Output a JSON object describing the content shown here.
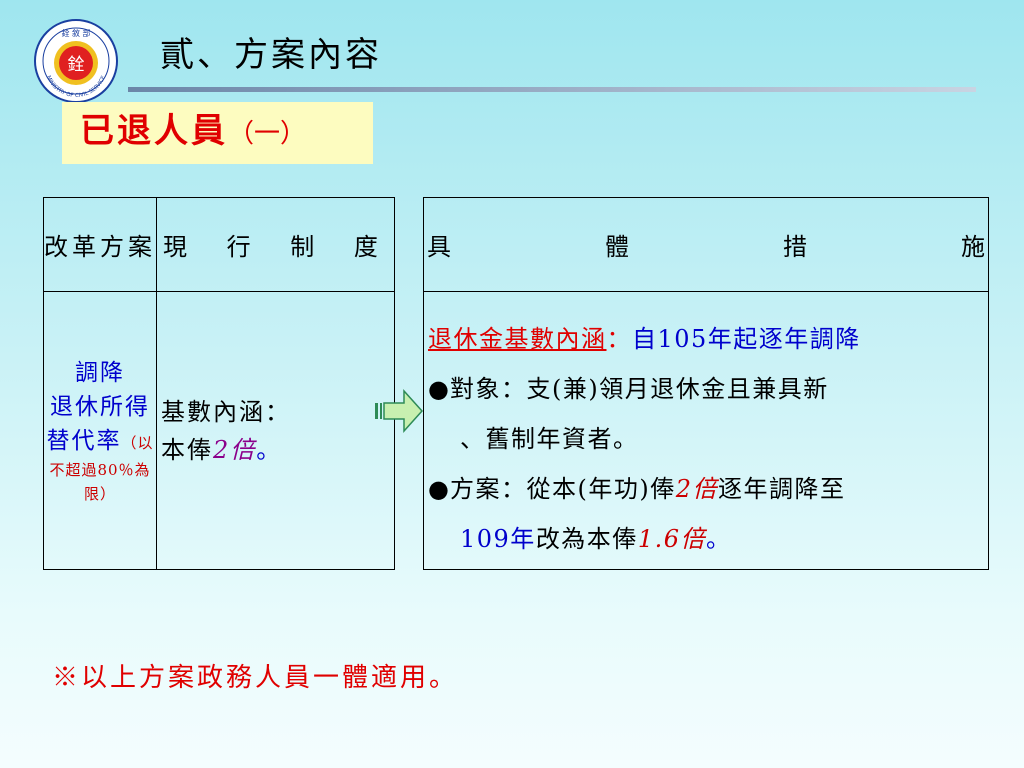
{
  "slide": {
    "title": "貳、方案內容",
    "subtitle": "已退人員",
    "subtitle_suffix": "（一）",
    "logo": {
      "name": "ministry-of-civil-service-seal",
      "text_top": "銓 敘 部",
      "text_ring": "MINISTRY OF CIVIL SERVICE",
      "center_char": "銓",
      "colors": {
        "ring": "#1a3fa0",
        "center": "#e02020",
        "gold": "#f0c020"
      }
    }
  },
  "left_table": {
    "headers": [
      "改革方案",
      "現 行 制 度"
    ],
    "reform": {
      "line1": "調降",
      "line2": "退休所得",
      "line3": "替代率",
      "note_a": "（以",
      "note_b": "不超過80％為",
      "note_c": "限）"
    },
    "current": {
      "line1": "基數內涵：",
      "line2_prefix": "本俸",
      "line2_value": "2倍",
      "line2_suffix": "。"
    }
  },
  "right_table": {
    "header_chars": [
      "具",
      "體",
      "措",
      "施"
    ],
    "item1_label": "退休金基數內涵",
    "item1_colon": "：",
    "item1_text": "自105年起逐年調降",
    "bullet_symbol": "●",
    "item2_label": "對象：",
    "item2_text_a": "支(兼)領月退休金且兼具新",
    "item2_text_b": "、舊制年資者。",
    "item3_label": "方案：",
    "item3_text_a": "從本(年功)俸",
    "item3_value_a": "2倍",
    "item3_text_b": "逐年調降至",
    "item3_year": "109年",
    "item3_text_c": "改為本俸",
    "item3_value_b": "1.6倍",
    "item3_end": "。"
  },
  "footnote": "※以上方案政務人員一體適用。",
  "colors": {
    "accent_red": "#e00000",
    "accent_blue": "#0000cc",
    "accent_purple": "#8b008b",
    "subtitle_bg": "#fdfcc0",
    "arrow_fill": "#c8f0b0"
  }
}
